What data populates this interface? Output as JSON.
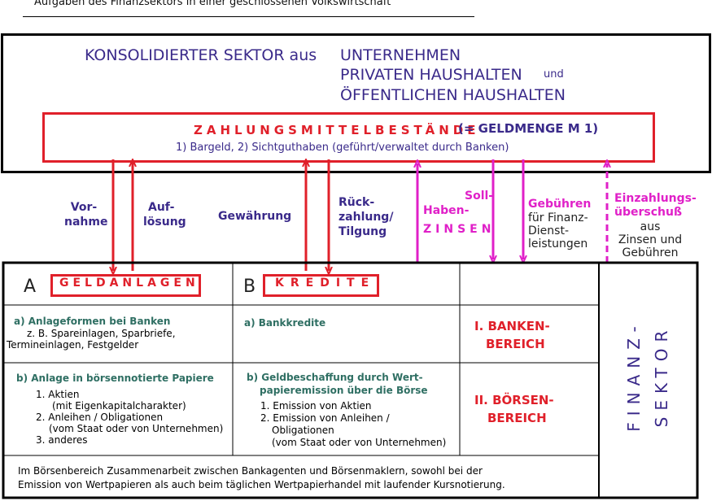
{
  "title": "Aufgaben des Finanzsektors in einer  geschlossenen Volkswirtschaft",
  "sector": {
    "intro": "KONSOLIDIERTER SEKTOR aus",
    "line1": "UNTERNEHMEN",
    "line2": "PRIVATEN HAUSHALTEN",
    "und": "und",
    "line3": "ÖFFENTLICHEN HAUSHALTEN"
  },
  "zahlungsmittel": {
    "title": "ZAHLUNGSMITTELBESTÄNDE",
    "geldmenge": "(= GELDMENGE  M 1)",
    "detail": "1) Bargeld,    2) Sichtguthaben  (geführt/verwaltet durch Banken)"
  },
  "flows": {
    "vornahme": [
      "Vor-",
      "nahme"
    ],
    "aufloesung": [
      "Auf-",
      "lösung"
    ],
    "gewaehrung": "Gewährung",
    "rueckzahlung": [
      "Rück-",
      "zahlung/",
      "Tilgung"
    ],
    "haben": "Haben-",
    "soll": "Soll-",
    "zinsen": "ZINSEN",
    "gebuehren_title": "Gebühren",
    "gebuehren_lines": [
      "für Finanz-",
      "Dienst-",
      "leistungen"
    ],
    "einzahlung_title": [
      "Einzahlungs-",
      "überschuß"
    ],
    "einzahlung_lines": [
      "aus",
      "Zinsen und",
      "Gebühren"
    ]
  },
  "table": {
    "col_a_letter": "A",
    "col_a_title": "GELDANLAGEN",
    "col_b_letter": "B",
    "col_b_title": "KREDITE",
    "row1_a_head": "a) Anlageformen bei Banken",
    "row1_a_lines": [
      "z. B. Spareinlagen, Sparbriefe,",
      "Termineinlagen, Festgelder"
    ],
    "row1_b_head": "a) Bankkredite",
    "row1_label": [
      "I. BANKEN-",
      "BEREICH"
    ],
    "row2_a_head": "b) Anlage in börsennotierte Papiere",
    "row2_a_lines": [
      "1.  Aktien",
      "(mit Eigenkapitalcharakter)",
      "2. Anleihen / Obligationen",
      "(vom Staat oder von Unternehmen)",
      "3.  anderes"
    ],
    "row2_b_head": [
      "b) Geldbeschaffung durch Wert-",
      "papieremission über die Börse"
    ],
    "row2_b_lines": [
      "1. Emission von Aktien",
      "2. Emission von Anleihen /",
      "Obligationen",
      "(vom Staat oder von Unternehmen)"
    ],
    "row2_label": [
      "II. BÖRSEN-",
      "BEREICH"
    ],
    "footer": [
      "Im Börsenbereich Zusammenarbeit zwischen Bankagenten und Börsenmaklern, sowohl bei der",
      "Emission von Wertpapieren als auch beim täglichen Wertpapierhandel mit laufender Kursnotierung."
    ],
    "side_label": [
      "FINANZ-",
      "SEKTOR"
    ]
  },
  "colors": {
    "red": "#e0202a",
    "purple": "#3a2a8a",
    "magenta": "#e020c8",
    "teal": "#2f6f63"
  }
}
